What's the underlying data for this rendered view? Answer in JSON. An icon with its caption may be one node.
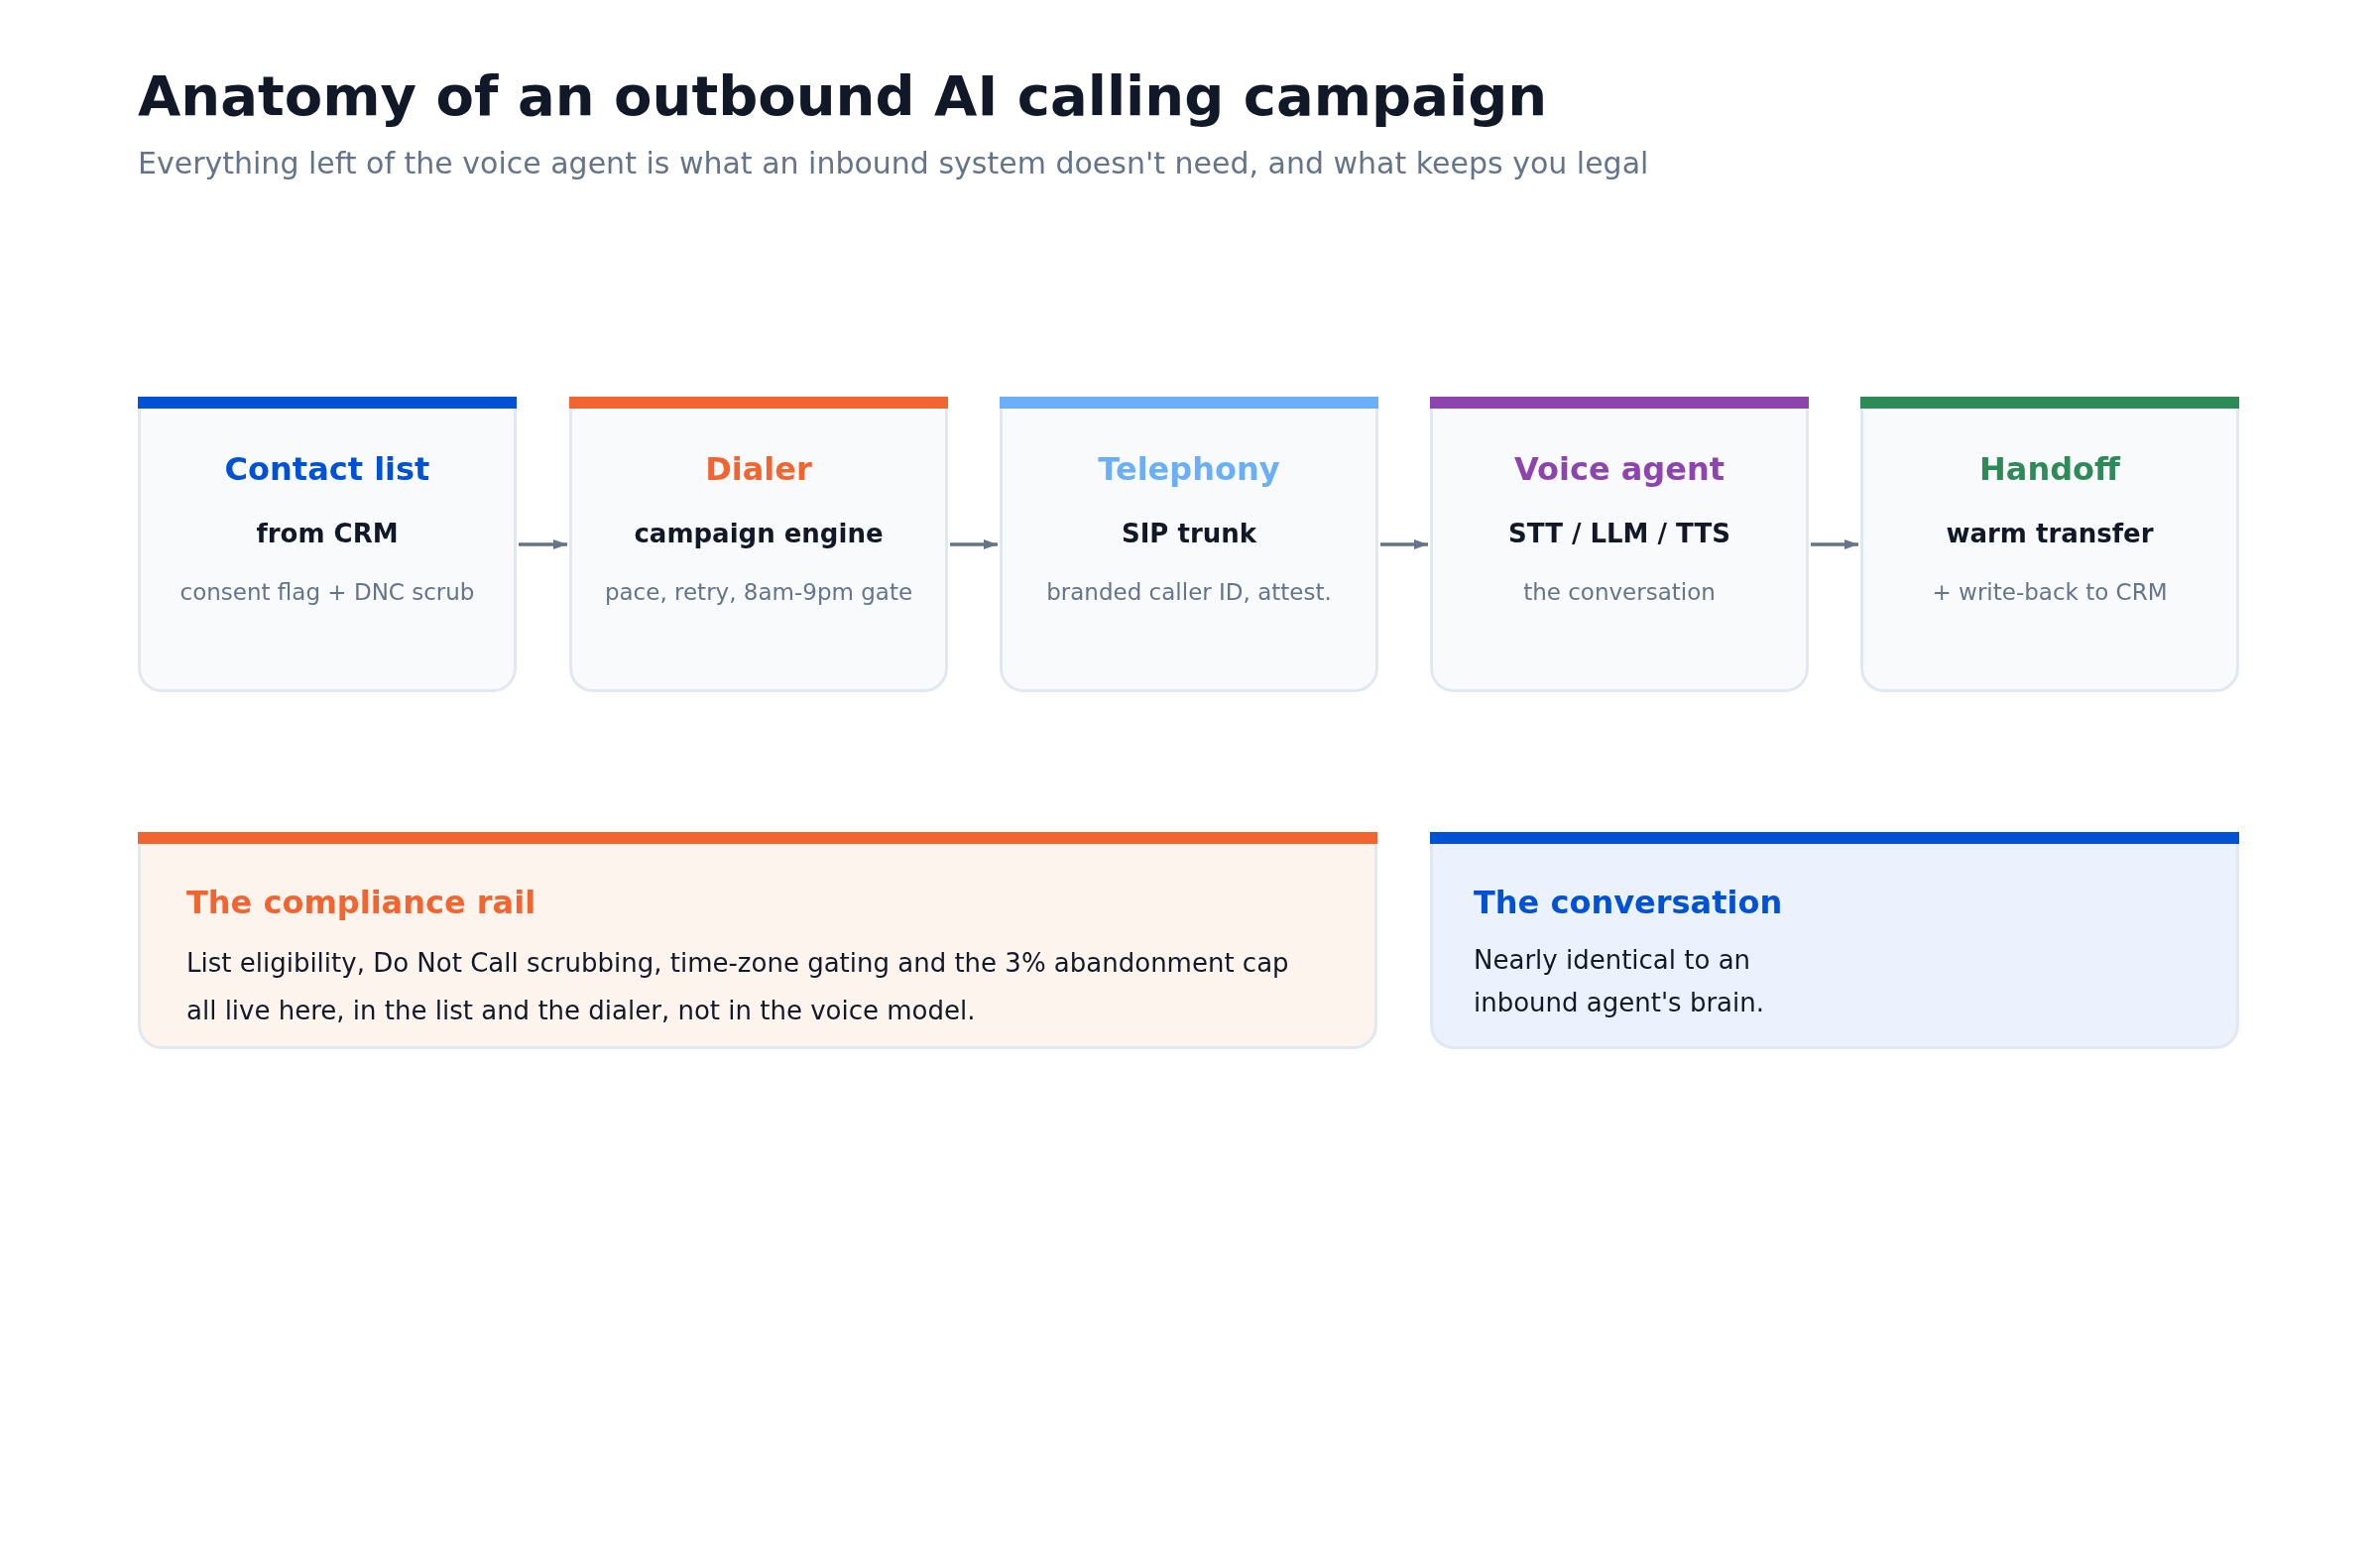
{
  "diagram": {
    "title": "Anatomy of an outbound AI calling campaign",
    "caption": "Everything left of the voice agent is what an inbound system doesn't need, and what keeps you legal",
    "nodes": [
      {
        "text": [
          "Contact list",
          "from CRM",
          "consent flag + DNC scrub"
        ]
      },
      {
        "text": [
          "Dialer",
          "campaign engine",
          "pace, retry, 8am-9pm gate"
        ]
      },
      {
        "text": [
          "Telephony",
          "SIP trunk",
          "branded caller ID, attest."
        ]
      },
      {
        "text": [
          "Voice agent",
          "STT / LLM / TTS",
          "the conversation"
        ]
      },
      {
        "text": [
          "Handoff",
          "warm transfer",
          "+ write-back to CRM"
        ]
      },
      {
        "text": [
          "The compliance rail",
          "List eligibility, Do Not Call scrubbing, time-zone gating and the 3% abandonment cap all live here, in the list and the dialer, not in the voice model."
        ]
      },
      {
        "text": [
          "The conversation",
          "Nearly identical to an inbound agent's brain."
        ]
      }
    ],
    "edges": [
      {
        "from": 0,
        "to": 1,
        "arrow": "to"
      },
      {
        "from": 1,
        "to": 2,
        "arrow": "to"
      },
      {
        "from": 2,
        "to": 3,
        "arrow": "to"
      },
      {
        "from": 3,
        "to": 4,
        "arrow": "to"
      }
    ]
  }
}
